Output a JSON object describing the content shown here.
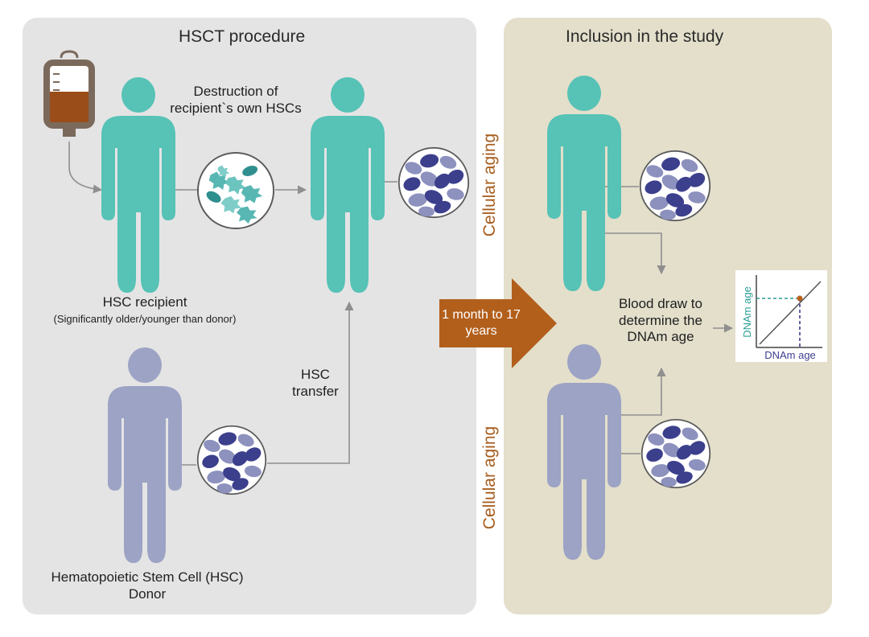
{
  "panels": {
    "left_title": "HSCT procedure",
    "right_title": "Inclusion in the study"
  },
  "labels": {
    "destruction": "Destruction of recipient`s own HSCs",
    "recipient_title": "HSC recipient",
    "recipient_note": "(Significantly older/younger than donor)",
    "transfer": "HSC transfer",
    "donor": "Hematopoietic Stem Cell (HSC) Donor",
    "duration": "1 month to 17 years",
    "cellular_aging_top": "Cellular aging",
    "cellular_aging_bottom": "Cellular aging",
    "blood_draw": "Blood draw to determine the DNAm age"
  },
  "mini_chart": {
    "xlabel": "DNAm age",
    "ylabel": "DNAm age",
    "x_color": "#3d3e8f",
    "y_color": "#2a9d94",
    "point_color": "#b8621c"
  },
  "colors": {
    "recipient": "#57c2b6",
    "donor": "#9ca3c4",
    "arrow": "#b25f1c",
    "cell_dark": "#3b3f8c",
    "cell_light": "#8d91be",
    "damaged_cell": "#58b7b3"
  },
  "icons": [
    "iv-bag-icon",
    "person-icon",
    "cell-circle-icon",
    "arrow-icon",
    "mini-chart-icon"
  ]
}
